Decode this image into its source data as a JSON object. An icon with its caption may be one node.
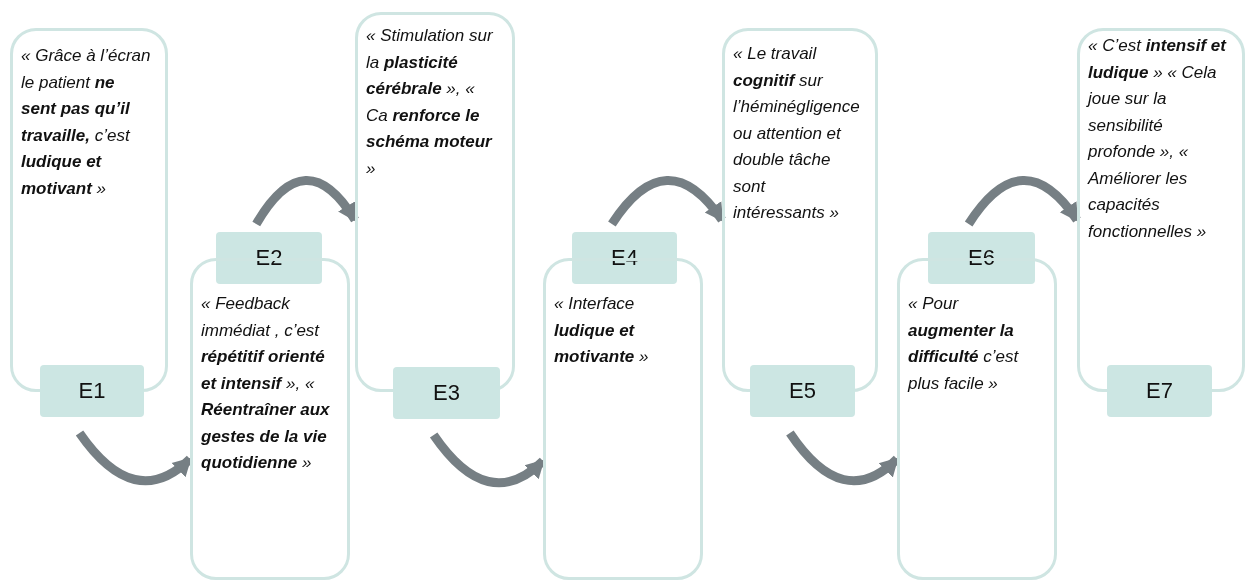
{
  "diagram": {
    "nodes": [
      {
        "text": [
          "« Grâce à l’écran le patient **ne sent pas qu’il travaille,** c’est **ludique et motivant** »"
        ]
      },
      {
        "text": [
          "E1"
        ]
      },
      {
        "text": [
          "E2"
        ]
      },
      {
        "text": [
          "« Feedback immédiat , c’est **répétitif orienté et intensif** », « **Réentraîner aux gestes de la vie quotidienne** »"
        ]
      },
      {
        "text": [
          "« Stimulation sur la **plasticité cérébrale** », « Ca **renforce le schéma moteur** »"
        ]
      },
      {
        "text": [
          "E3"
        ]
      },
      {
        "text": [
          "E4"
        ]
      },
      {
        "text": [
          "« Interface **ludique et motivante** »"
        ]
      },
      {
        "text": [
          "« Le travail **cognitif** sur l’héminégligence ou attention et double tâche sont intéressants »"
        ]
      },
      {
        "text": [
          "E5"
        ]
      },
      {
        "text": [
          "E6"
        ]
      },
      {
        "text": [
          "« Pour **augmenter la difficulté** c’est plus facile »"
        ]
      },
      {
        "text": [
          "« C’est **intensif et ludique** » « Cela joue sur la sensibilité profonde », « Améliorer les capacités fonctionnelles »"
        ]
      },
      {
        "text": [
          "E7"
        ]
      }
    ],
    "edges": [
      {
        "from": 1,
        "to": 3,
        "arrow": "to"
      },
      {
        "from": 2,
        "to": 4,
        "arrow": "to"
      },
      {
        "from": 5,
        "to": 7,
        "arrow": "to"
      },
      {
        "from": 6,
        "to": 8,
        "arrow": "to"
      },
      {
        "from": 9,
        "to": 11,
        "arrow": "to"
      },
      {
        "from": 10,
        "to": 12,
        "arrow": "to"
      }
    ]
  }
}
